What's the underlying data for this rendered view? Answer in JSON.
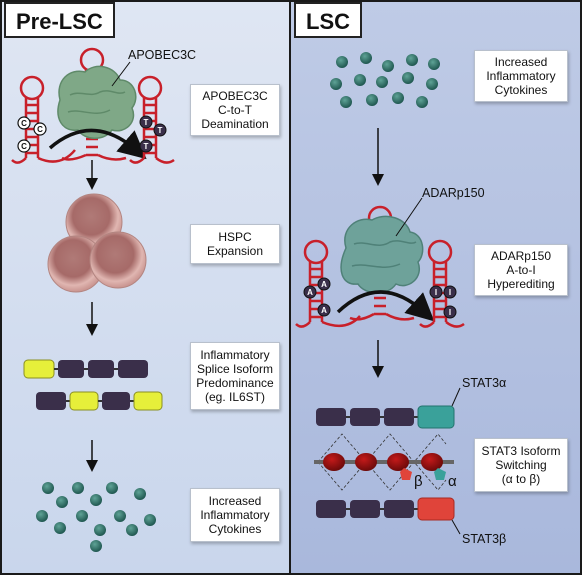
{
  "left": {
    "title": "Pre-LSC",
    "enzyme_label": "APOBEC3C",
    "box1": [
      "APOBEC3C",
      "C-to-T",
      "Deamination"
    ],
    "box2": [
      "HSPC",
      "Expansion"
    ],
    "box3": [
      "Inflammatory",
      "Splice Isoform",
      "Predominance",
      "(eg. IL6ST)"
    ],
    "box4": [
      "Increased",
      "Inflammatory",
      "Cytokines"
    ],
    "base_before": "C",
    "base_after": "T"
  },
  "right": {
    "title": "LSC",
    "enzyme_label": "ADARp150",
    "box1": [
      "Increased",
      "Inflammatory",
      "Cytokines"
    ],
    "box2": [
      "ADARp150",
      "A-to-I",
      "Hyperediting"
    ],
    "box3": [
      "STAT3 Isoform",
      "Switching",
      "(α to β)"
    ],
    "stat3a_label": "STAT3α",
    "stat3b_label": "STAT3β",
    "beta_symbol": "β",
    "alpha_symbol": "α",
    "base_before": "A",
    "base_after": "I"
  },
  "colors": {
    "rna": "#c8202a",
    "enzyme": "#7fa887",
    "cytokine": "#2e7268",
    "exon_dark": "#3a2f4a",
    "exon_yellow": "#e6ef3a",
    "stat3a": "#3aa19a",
    "stat3b": "#e0443a",
    "cell": "#c98b86"
  }
}
